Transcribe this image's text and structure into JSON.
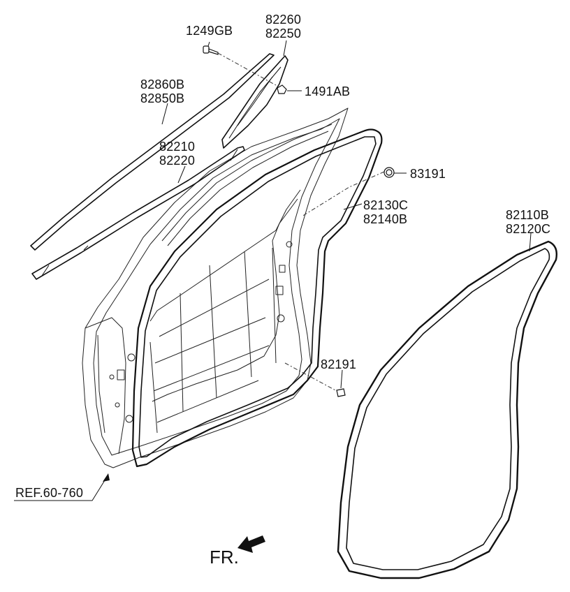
{
  "diagram": {
    "parts": [
      {
        "id": "1249GB",
        "lines": [
          "1249GB"
        ]
      },
      {
        "id": "82260-82250",
        "lines": [
          "82260",
          "82250"
        ]
      },
      {
        "id": "1491AB",
        "lines": [
          "1491AB"
        ]
      },
      {
        "id": "82860B-82850B",
        "lines": [
          "82860B",
          "82850B"
        ]
      },
      {
        "id": "82210-82220",
        "lines": [
          "82210",
          "82220"
        ]
      },
      {
        "id": "83191",
        "lines": [
          "83191"
        ]
      },
      {
        "id": "82130C-82140B",
        "lines": [
          "82130C",
          "82140B"
        ]
      },
      {
        "id": "82110B-82120C",
        "lines": [
          "82110B",
          "82120C"
        ]
      },
      {
        "id": "82191",
        "lines": [
          "82191"
        ]
      }
    ],
    "reference": "REF.60-760",
    "direction_label": "FR."
  }
}
